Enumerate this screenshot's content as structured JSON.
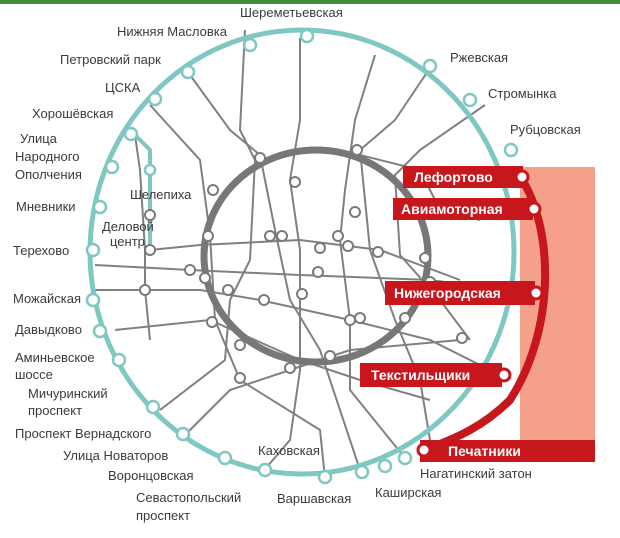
{
  "colors": {
    "top_bar": "#3f8f3a",
    "outer_ring": "#7fc7c2",
    "circle_line": "#777777",
    "grid_lines": "#808080",
    "highlight_line": "#c8161d",
    "highlight_area": "#f4a08a"
  },
  "outer_stations": {
    "sheremetyevskaya": "Шереметьевская",
    "nizhnyaya_maslovka": "Нижняя Масловка",
    "petrovsky_park": "Петровский парк",
    "cska": "ЦСКА",
    "khoroshevskaya": "Хорошёвская",
    "ulitsa_narodnogo_opolcheniya_1": "Улица",
    "ulitsa_narodnogo_opolcheniya_2": "Народного",
    "ulitsa_narodnogo_opolcheniya_3": "Ополчения",
    "mnevniki": "Мневники",
    "terekhovo": "Терехово",
    "mozhaiskaya": "Можайская",
    "davydkovo": "Давыдково",
    "aminevskoe_1": "Аминьевское",
    "aminevskoe_2": "шоссе",
    "michurinsky_1": "Мичуринский",
    "michurinsky_2": "проспект",
    "prospekt_vernadskogo": "Проспект Вернадского",
    "ulitsa_novatorov": "Улица Новаторов",
    "vorontsovskaya": "Воронцовская",
    "sevastopolsky_1": "Севастопольский",
    "sevastopolsky_2": "проспект",
    "kakhovskaya": "Каховская",
    "varshavskaya": "Варшавская",
    "kashirskaya": "Каширская",
    "nagatinsky_zaton": "Нагатинский затон",
    "rzhevskaya": "Ржевская",
    "stromynka": "Стромынка",
    "rubtsovskaya": "Рубцовская"
  },
  "inner_stations": {
    "shelepikha": "Шелепиха",
    "delovoy_1": "Деловой",
    "delovoy_2": "центр"
  },
  "highlighted_stations": {
    "lefortovo": "Лефортово",
    "aviamotornaya": "Авиамоторная",
    "nizhegorodskaya": "Нижегородская",
    "tekstilshchiki": "Текстильщики",
    "pechatniki": "Печатники"
  }
}
